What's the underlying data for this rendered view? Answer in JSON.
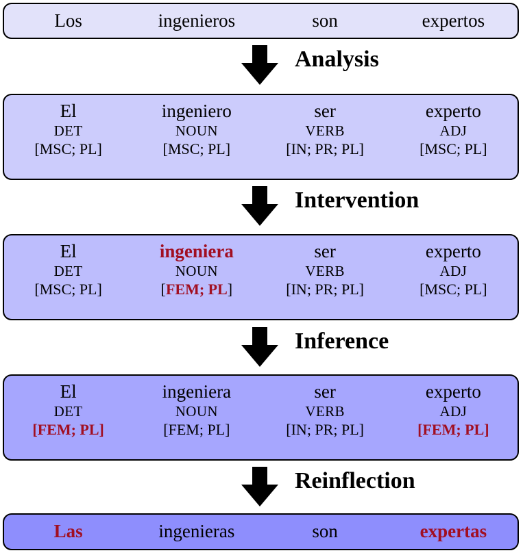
{
  "colors": {
    "highlight": "#A10F22",
    "text": "#000000",
    "border": "#000000",
    "box1_fill": "#E2E2FA",
    "box2_fill": "#CCCCFC",
    "box3_fill": "#BDBDFD",
    "box4_fill": "#A6A6FE",
    "box5_fill": "#8E8EFD",
    "background": "#FFFFFF"
  },
  "steps": [
    {
      "label": "Analysis",
      "icon": "down-arrow-icon"
    },
    {
      "label": "Intervention",
      "icon": "down-arrow-icon"
    },
    {
      "label": "Inference",
      "icon": "down-arrow-icon"
    },
    {
      "label": "Reinflection",
      "icon": "down-arrow-icon"
    }
  ],
  "boxes": [
    {
      "id": "source-sentence",
      "type": "sentence",
      "fill": "#E2E2FA",
      "columns": [
        {
          "surface": "Los",
          "surface_highlight": false
        },
        {
          "surface": "ingenieros",
          "surface_highlight": false
        },
        {
          "surface": "son",
          "surface_highlight": false
        },
        {
          "surface": "expertos",
          "surface_highlight": false
        }
      ]
    },
    {
      "id": "analysis-output",
      "type": "annotated",
      "fill": "#CCCCFC",
      "columns": [
        {
          "surface": "El",
          "surface_highlight": false,
          "pos": "DET",
          "features": "MSC; PL",
          "features_highlight": "none"
        },
        {
          "surface": "ingeniero",
          "surface_highlight": false,
          "pos": "NOUN",
          "features": "MSC; PL",
          "features_highlight": "none"
        },
        {
          "surface": "ser",
          "surface_highlight": false,
          "pos": "VERB",
          "features": "IN; PR; PL",
          "features_highlight": "none"
        },
        {
          "surface": "experto",
          "surface_highlight": false,
          "pos": "ADJ",
          "features": "MSC; PL",
          "features_highlight": "none"
        }
      ]
    },
    {
      "id": "intervention-output",
      "type": "annotated",
      "fill": "#BDBDFD",
      "columns": [
        {
          "surface": "El",
          "surface_highlight": false,
          "pos": "DET",
          "features": "MSC; PL",
          "features_highlight": "none"
        },
        {
          "surface": "ingeniera",
          "surface_highlight": true,
          "pos": "NOUN",
          "features": "FEM; PL",
          "features_highlight": "inner"
        },
        {
          "surface": "ser",
          "surface_highlight": false,
          "pos": "VERB",
          "features": "IN; PR; PL",
          "features_highlight": "none"
        },
        {
          "surface": "experto",
          "surface_highlight": false,
          "pos": "ADJ",
          "features": "MSC; PL",
          "features_highlight": "none"
        }
      ]
    },
    {
      "id": "inference-output",
      "type": "annotated",
      "fill": "#A6A6FE",
      "columns": [
        {
          "surface": "El",
          "surface_highlight": false,
          "pos": "DET",
          "features": "FEM; PL",
          "features_highlight": "all"
        },
        {
          "surface": "ingeniera",
          "surface_highlight": false,
          "pos": "NOUN",
          "features": "FEM; PL",
          "features_highlight": "none"
        },
        {
          "surface": "ser",
          "surface_highlight": false,
          "pos": "VERB",
          "features": "IN; PR; PL",
          "features_highlight": "none"
        },
        {
          "surface": "experto",
          "surface_highlight": false,
          "pos": "ADJ",
          "features": "FEM; PL",
          "features_highlight": "all"
        }
      ]
    },
    {
      "id": "reinflection-output",
      "type": "sentence",
      "fill": "#8E8EFD",
      "columns": [
        {
          "surface": "Las",
          "surface_highlight": true
        },
        {
          "surface": "ingenieras",
          "surface_highlight": false
        },
        {
          "surface": "son",
          "surface_highlight": false
        },
        {
          "surface": "expertas",
          "surface_highlight": true
        }
      ]
    }
  ],
  "brackets": {
    "open": "[",
    "close": "]"
  }
}
